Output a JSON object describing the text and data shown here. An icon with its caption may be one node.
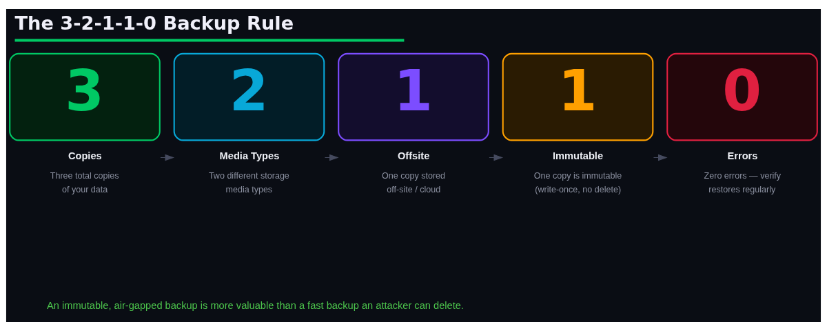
{
  "diagram": {
    "title": "The 3-2-1-1-0 Backup Rule",
    "nodes": [
      {
        "text": [
          "3",
          "Copies",
          "Three total copies of your data"
        ]
      },
      {
        "text": [
          "2",
          "Media Types",
          "Two different storage media types"
        ]
      },
      {
        "text": [
          "1",
          "Offsite",
          "One copy stored off-site / cloud"
        ]
      },
      {
        "text": [
          "1",
          "Immutable",
          "One copy is immutable (write-once, no delete)"
        ]
      },
      {
        "text": [
          "0",
          "Errors",
          "Zero errors — verify restores regularly"
        ]
      }
    ],
    "edges": [
      {
        "from": 0,
        "to": 1,
        "arrow": "to"
      },
      {
        "from": 1,
        "to": 2,
        "arrow": "to"
      },
      {
        "from": 2,
        "to": 3,
        "arrow": "to"
      },
      {
        "from": 3,
        "to": 4,
        "arrow": "to"
      }
    ],
    "labels": [
      "An immutable, air-gapped backup is more valuable than a fast backup an attacker can delete."
    ]
  }
}
